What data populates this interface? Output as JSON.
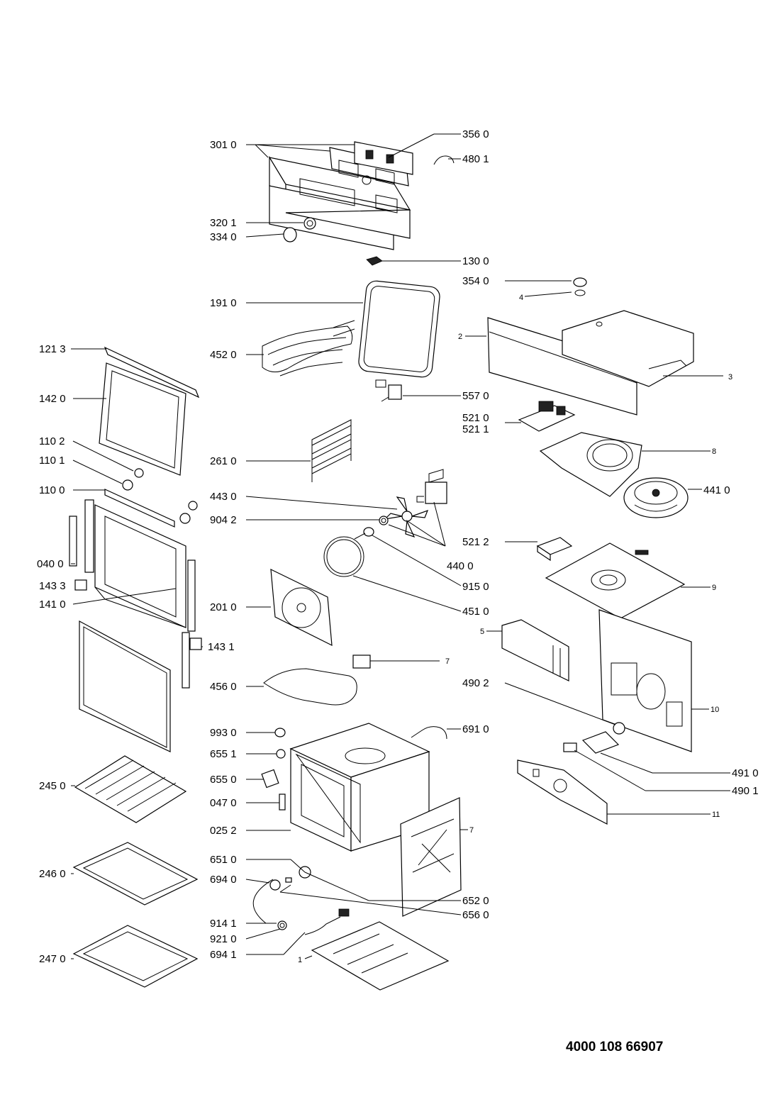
{
  "document_number": "4000 108 66907",
  "callouts": {
    "p301_0": "301 0",
    "p356_0": "356 0",
    "p480_1": "480 1",
    "p320_1": "320 1",
    "p334_0": "334 0",
    "p130_0": "130 0",
    "p354_0": "354 0",
    "p4": "4",
    "p191_0": "191 0",
    "p2": "2",
    "p121_3": "121 3",
    "p452_0": "452 0",
    "p3": "3",
    "p142_0": "142 0",
    "p557_0": "557 0",
    "p521_0": "521 0",
    "p521_1": "521 1",
    "p110_2": "110 2",
    "p8": "8",
    "p261_0": "261 0",
    "p110_1": "110 1",
    "p110_0": "110 0",
    "p443_0": "443 0",
    "p441_0": "441 0",
    "p904_2": "904 2",
    "p521_2": "521 2",
    "p440_0": "440 0",
    "p040_0": "040 0",
    "p143_3": "143 3",
    "p915_0": "915 0",
    "p9": "9",
    "p141_0": "141 0",
    "p201_0": "201 0",
    "p451_0": "451 0",
    "p5": "5",
    "p143_1": "143 1",
    "p7a": "7",
    "p456_0": "456 0",
    "p490_2": "490 2",
    "p10": "10",
    "p993_0": "993 0",
    "p691_0": "691 0",
    "p655_1": "655 1",
    "p245_0": "245 0",
    "p491_0": "491 0",
    "p655_0": "655 0",
    "p490_1": "490 1",
    "p047_0": "047 0",
    "p11": "11",
    "p025_2": "025 2",
    "p7b": "7",
    "p651_0": "651 0",
    "p246_0": "246 0",
    "p694_0": "694 0",
    "p652_0": "652 0",
    "p656_0": "656 0",
    "p914_1": "914 1",
    "p921_0": "921 0",
    "p247_0": "247 0",
    "p694_1": "694 1",
    "p1": "1"
  }
}
